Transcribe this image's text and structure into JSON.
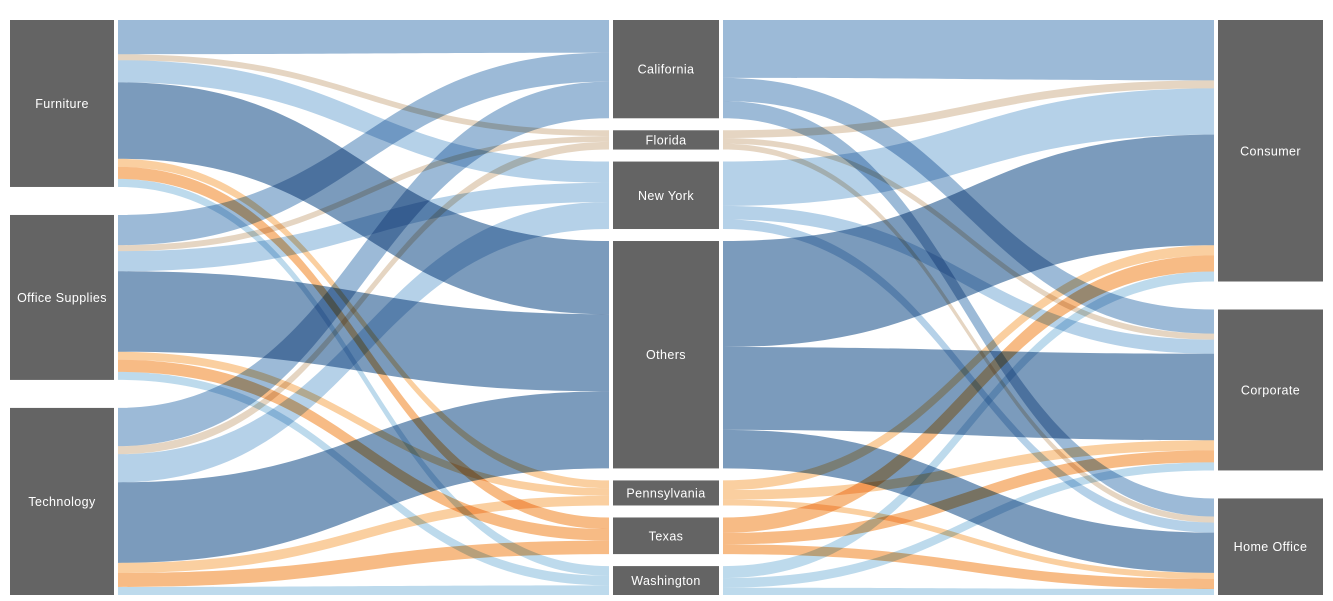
{
  "chart_data": {
    "type": "sankey",
    "stages": [
      {
        "name": "category",
        "nodes": [
          {
            "id": "furniture",
            "label": "Furniture",
            "value": 83
          },
          {
            "id": "office",
            "label": "Office Supplies",
            "value": 82
          },
          {
            "id": "technology",
            "label": "Technology",
            "value": 93
          }
        ]
      },
      {
        "name": "state",
        "nodes": [
          {
            "id": "california",
            "label": "California",
            "value": 51
          },
          {
            "id": "florida",
            "label": "Florida",
            "value": 10
          },
          {
            "id": "newyork",
            "label": "New York",
            "value": 35
          },
          {
            "id": "others",
            "label": "Others",
            "value": 118
          },
          {
            "id": "pennsylvania",
            "label": "Pennsylvania",
            "value": 13
          },
          {
            "id": "texas",
            "label": "Texas",
            "value": 19
          },
          {
            "id": "washington",
            "label": "Washington",
            "value": 15
          }
        ]
      },
      {
        "name": "segment",
        "nodes": [
          {
            "id": "consumer",
            "label": "Consumer",
            "value": 130
          },
          {
            "id": "corporate",
            "label": "Corporate",
            "value": 80
          },
          {
            "id": "homeoffice",
            "label": "Home Office",
            "value": 48
          }
        ]
      }
    ],
    "links_left": [
      {
        "source": "furniture",
        "target": "california",
        "value": 17
      },
      {
        "source": "furniture",
        "target": "florida",
        "value": 3
      },
      {
        "source": "furniture",
        "target": "newyork",
        "value": 11
      },
      {
        "source": "furniture",
        "target": "others",
        "value": 38
      },
      {
        "source": "furniture",
        "target": "pennsylvania",
        "value": 4
      },
      {
        "source": "furniture",
        "target": "texas",
        "value": 6
      },
      {
        "source": "furniture",
        "target": "washington",
        "value": 4
      },
      {
        "source": "office",
        "target": "california",
        "value": 15
      },
      {
        "source": "office",
        "target": "florida",
        "value": 3
      },
      {
        "source": "office",
        "target": "newyork",
        "value": 10
      },
      {
        "source": "office",
        "target": "others",
        "value": 40
      },
      {
        "source": "office",
        "target": "pennsylvania",
        "value": 4
      },
      {
        "source": "office",
        "target": "texas",
        "value": 6
      },
      {
        "source": "office",
        "target": "washington",
        "value": 4
      },
      {
        "source": "technology",
        "target": "california",
        "value": 19
      },
      {
        "source": "technology",
        "target": "florida",
        "value": 4
      },
      {
        "source": "technology",
        "target": "newyork",
        "value": 14
      },
      {
        "source": "technology",
        "target": "others",
        "value": 40
      },
      {
        "source": "technology",
        "target": "pennsylvania",
        "value": 5
      },
      {
        "source": "technology",
        "target": "texas",
        "value": 7
      },
      {
        "source": "technology",
        "target": "washington",
        "value": 4
      }
    ],
    "links_right": [
      {
        "source": "california",
        "target": "consumer",
        "value": 30
      },
      {
        "source": "california",
        "target": "corporate",
        "value": 12
      },
      {
        "source": "california",
        "target": "homeoffice",
        "value": 9
      },
      {
        "source": "florida",
        "target": "consumer",
        "value": 4
      },
      {
        "source": "florida",
        "target": "corporate",
        "value": 3
      },
      {
        "source": "florida",
        "target": "homeoffice",
        "value": 3
      },
      {
        "source": "newyork",
        "target": "consumer",
        "value": 23
      },
      {
        "source": "newyork",
        "target": "corporate",
        "value": 7
      },
      {
        "source": "newyork",
        "target": "homeoffice",
        "value": 5
      },
      {
        "source": "others",
        "target": "consumer",
        "value": 55
      },
      {
        "source": "others",
        "target": "corporate",
        "value": 43
      },
      {
        "source": "others",
        "target": "homeoffice",
        "value": 20
      },
      {
        "source": "pennsylvania",
        "target": "consumer",
        "value": 5
      },
      {
        "source": "pennsylvania",
        "target": "corporate",
        "value": 5
      },
      {
        "source": "pennsylvania",
        "target": "homeoffice",
        "value": 3
      },
      {
        "source": "texas",
        "target": "consumer",
        "value": 8
      },
      {
        "source": "texas",
        "target": "corporate",
        "value": 6
      },
      {
        "source": "texas",
        "target": "homeoffice",
        "value": 5
      },
      {
        "source": "washington",
        "target": "consumer",
        "value": 5
      },
      {
        "source": "washington",
        "target": "corporate",
        "value": 4
      },
      {
        "source": "washington",
        "target": "homeoffice",
        "value": 3
      }
    ],
    "state_colors": {
      "california": "#7ba3c9",
      "florida": "#dcc7ae",
      "newyork": "#9cc2e0",
      "others": "#4f7aa6",
      "pennsylvania": "#f8bf80",
      "texas": "#f4a45c",
      "washington": "#a7cde6"
    },
    "node_color": "#646464",
    "node_text_color": "#ffffff",
    "link_opacity": 0.75
  }
}
